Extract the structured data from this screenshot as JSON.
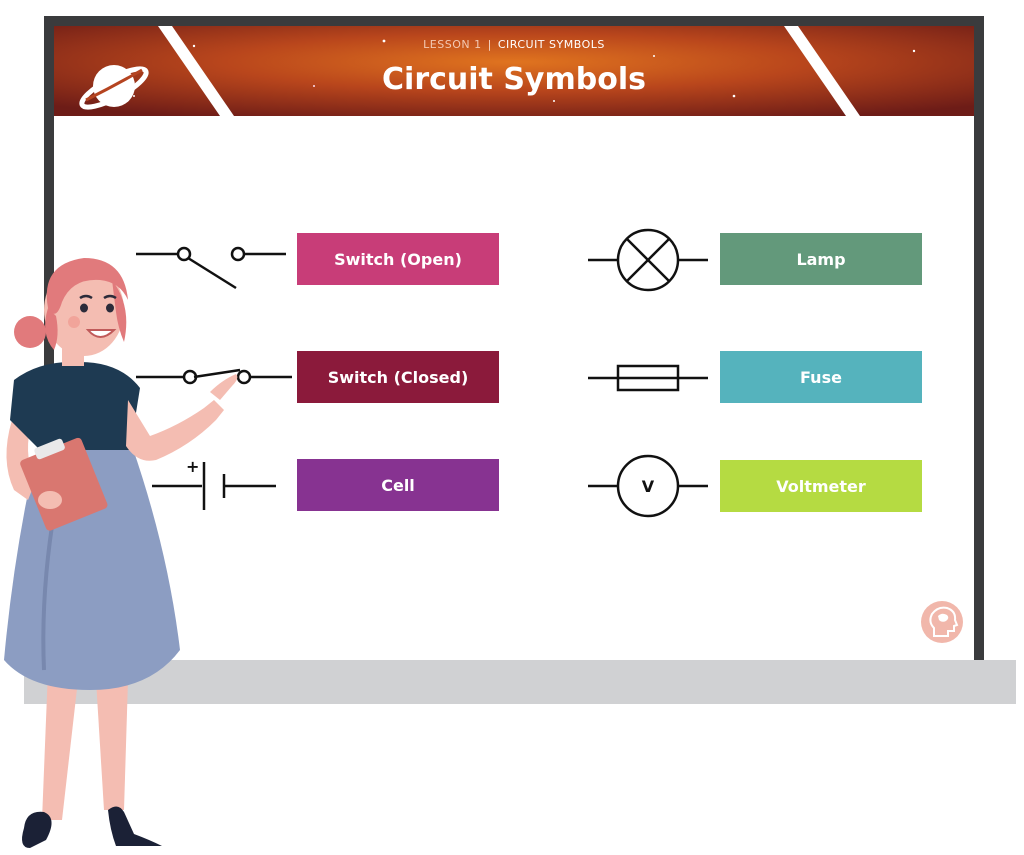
{
  "header": {
    "lesson": "LESSON 1",
    "separator": "|",
    "topic": "CIRCUIT SYMBOLS",
    "title": "Circuit Symbols"
  },
  "symbols": [
    {
      "label": "Switch (Open)",
      "color": "#c83d78",
      "icon": "open-switch-symbol"
    },
    {
      "label": "Switch (Closed)",
      "color": "#8b1a3b",
      "icon": "closed-switch-symbol"
    },
    {
      "label": "Cell",
      "color": "#873391",
      "icon": "cell-symbol",
      "polarity": "+"
    },
    {
      "label": "Lamp",
      "color": "#63997b",
      "icon": "lamp-symbol"
    },
    {
      "label": "Fuse",
      "color": "#55b3bd",
      "icon": "fuse-symbol"
    },
    {
      "label": "Voltmeter",
      "color": "#b5db42",
      "icon": "voltmeter-symbol",
      "letter": "V"
    }
  ],
  "icons": {
    "logo": "planet-logo-icon",
    "badge": "brain-head-icon"
  }
}
